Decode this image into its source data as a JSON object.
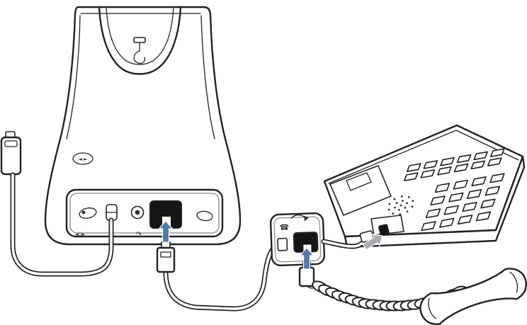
{
  "meta": {
    "description": "Line-art installation diagram: wireless headset base connected to a desk telephone via adapter box, handset cord and power supply",
    "background": "#ffffff"
  },
  "colors": {
    "line": "#222222",
    "arrow_blue": "#5578aa",
    "arrow_gray": "#a8acb3",
    "port_black": "#151515",
    "white": "#ffffff"
  },
  "icons": {
    "base_indicator": "◄·►",
    "panel_arrows": "◄||►",
    "panel_lifter": "↷",
    "adapter_phone": "☎"
  },
  "components": [
    {
      "id": "power-supply",
      "label": "power supply"
    },
    {
      "id": "headset-base",
      "label": "headset base (rear view)"
    },
    {
      "id": "telephone-interface-cable",
      "label": "telephone interface cable"
    },
    {
      "id": "adapter-box",
      "label": "telephone adapter box"
    },
    {
      "id": "coiled-cord",
      "label": "coiled handset cord"
    },
    {
      "id": "desk-phone",
      "label": "desk telephone"
    },
    {
      "id": "handset",
      "label": "telephone handset"
    }
  ],
  "arrows": [
    {
      "id": "arrow-into-base",
      "direction": "up",
      "color": "#5578aa"
    },
    {
      "id": "arrow-into-adapter",
      "direction": "up",
      "color": "#5578aa"
    },
    {
      "id": "arrow-into-phone",
      "direction": "up-right",
      "color": "#a8acb3"
    }
  ]
}
